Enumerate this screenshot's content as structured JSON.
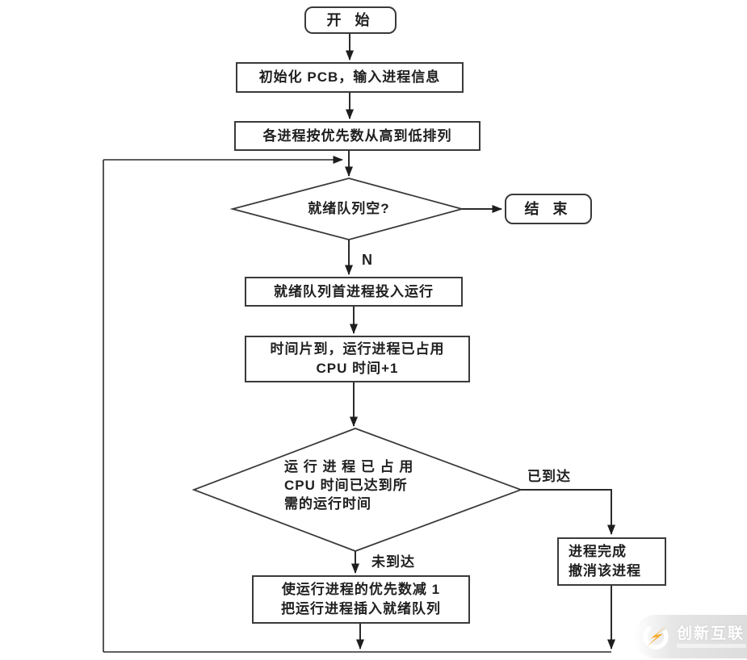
{
  "flowchart": {
    "nodes": {
      "start": {
        "label": "开 始"
      },
      "init_pcb": {
        "label": "初始化 PCB，输入进程信息"
      },
      "sort_priority": {
        "label": "各进程按优先数从高到低排列"
      },
      "queue_empty": {
        "label": "就绪队列空?"
      },
      "end": {
        "label": "结 束"
      },
      "dispatch": {
        "label": "就绪队列首进程投入运行"
      },
      "timeslice": {
        "line1": "时间片到，运行进程已占用",
        "line2": "CPU 时间+1"
      },
      "cpu_reached": {
        "line1": "运 行 进 程 已 占 用",
        "line2": "CPU 时间已达到所",
        "line3": "需的运行时间"
      },
      "process_finish": {
        "line1": "进程完成",
        "line2": "撤消该进程"
      },
      "priority_decrease": {
        "line1": "使运行进程的优先数减 1",
        "line2": "把运行进程插入就绪队列"
      }
    },
    "edge_labels": {
      "no": "N",
      "reached": "已到达",
      "not_reached": "未到达"
    }
  },
  "watermark": {
    "brand": "创新互联",
    "accent_color": "#F5A623"
  }
}
